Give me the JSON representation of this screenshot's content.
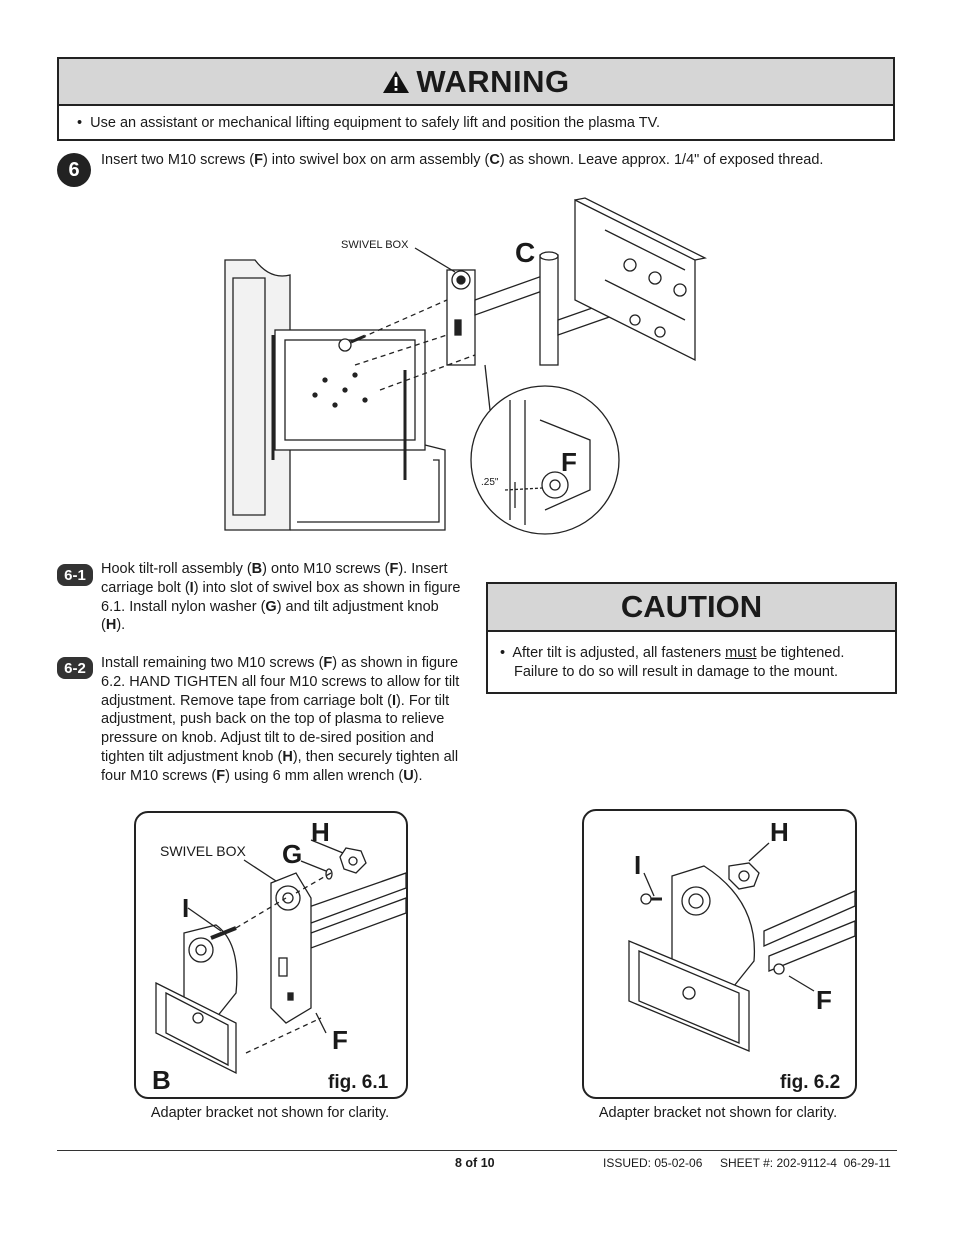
{
  "warning": {
    "icon": "warning-triangle-icon",
    "title": "WARNING",
    "bullet": "•",
    "text": "Use an assistant or mechanical lifting equipment to safely lift and position the plasma TV."
  },
  "step6": {
    "number": "6",
    "t1": "Insert two M10 screws (",
    "b1": "F",
    "t2": ") into swivel box on arm assembly (",
    "b2": "C",
    "t3": ") as shown. Leave approx. 1/4\" of exposed thread."
  },
  "figure_main": {
    "label_swivel_box": "SWIVEL BOX",
    "label_c": "C",
    "label_f": "F",
    "label_dim": ".25\""
  },
  "step61": {
    "number": "6-1",
    "t1": "Hook tilt-roll assembly (",
    "b1": "B",
    "t2": ") onto M10 screws (",
    "b2": "F",
    "t3": "). Insert carriage bolt (",
    "b3": "I",
    "t4": ") into slot of swivel box as shown in figure 6.1. Install nylon washer (",
    "b4": "G",
    "t5": ") and tilt adjustment knob (",
    "b5": "H",
    "t6": ")."
  },
  "step62": {
    "number": "6-2",
    "t1": "Install remaining two M10 screws (",
    "b1": "F",
    "t2": ") as shown in figure 6.2. HAND TIGHTEN all four M10 screws to allow for tilt adjustment. Remove tape from carriage bolt (",
    "b2": "I",
    "t3": "). For tilt adjustment, push back on the top of plasma to relieve pressure on knob. Adjust tilt to de-sired position and tighten tilt adjustment knob (",
    "b3": "H",
    "t4": "), then securely tighten all four M10 screws (",
    "b4": "F",
    "t5": ") using 6 mm allen wrench (",
    "b5": "U",
    "t6": ")."
  },
  "caution": {
    "title": "CAUTION",
    "bullet": "•",
    "t1": "After tilt is adjusted, all fasteners ",
    "u1": "must",
    "t2": " be tightened.",
    "t3": "Failure to do so will result in damage to the mount."
  },
  "fig61": {
    "label_swivel_box": "SWIVEL BOX",
    "label_h": "H",
    "label_g": "G",
    "label_i": "I",
    "label_f": "F",
    "label_b": "B",
    "fig_label": "fig. 6.1",
    "caption": "Adapter bracket not shown for clarity."
  },
  "fig62": {
    "label_h": "H",
    "label_i": "I",
    "label_f": "F",
    "fig_label": "fig. 6.2",
    "caption": "Adapter bracket not shown for clarity."
  },
  "footer": {
    "page": "8 of 10",
    "issued": "ISSUED: 05-02-06",
    "sheet": "SHEET #: 202-9112-4  06-29-11"
  }
}
